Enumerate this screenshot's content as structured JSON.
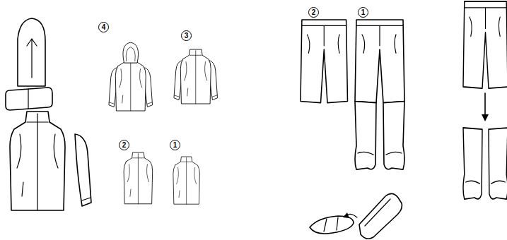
{
  "diagram": {
    "nodes": [
      {
        "text": [
          "4"
        ]
      },
      {
        "text": [
          "3"
        ]
      },
      {
        "text": [
          "2"
        ]
      },
      {
        "text": [
          "1"
        ]
      },
      {
        "text": [
          "2"
        ]
      },
      {
        "text": [
          "1"
        ]
      }
    ]
  }
}
